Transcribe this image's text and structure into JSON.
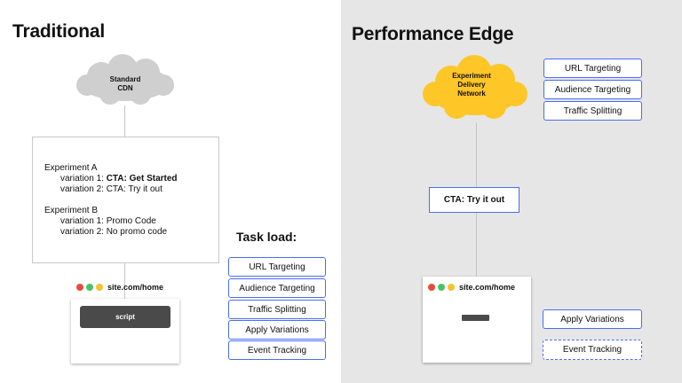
{
  "colors": {
    "accent": "#4a6cf7",
    "cloud_gray": "#cfcfcf",
    "cloud_yellow": "#fec627",
    "right_bg": "#e6e6e6",
    "dot_red": "#e84a3a",
    "dot_green": "#47c36a",
    "dot_yellow": "#f5c230"
  },
  "traditional": {
    "heading": "Traditional",
    "cloud_label": [
      "Standard",
      "CDN"
    ],
    "experiments": [
      {
        "name": "Experiment A",
        "variations": [
          {
            "prefix": "variation 1: ",
            "text": "CTA: Get Started",
            "bold": true
          },
          {
            "prefix": "variation 2: ",
            "text": "CTA: Try it out",
            "bold": false
          }
        ]
      },
      {
        "name": "Experiment B",
        "variations": [
          {
            "prefix": "variation 1: ",
            "text": "Promo Code",
            "bold": false
          },
          {
            "prefix": "variation 2: ",
            "text": "No promo code",
            "bold": false
          }
        ]
      }
    ],
    "browser_url": "site.com/home",
    "script_label": "script",
    "task_load_title": "Task load:",
    "task_items": [
      "URL Targeting",
      "Audience  Targeting",
      "Traffic Splitting",
      "Apply Variations",
      "Event Tracking"
    ]
  },
  "edge": {
    "heading": "Performance Edge",
    "cloud_label": [
      "Experiment",
      "Delivery",
      "Network"
    ],
    "cloud_items": [
      "URL Targeting",
      "Audience  Targeting",
      "Traffic Splitting"
    ],
    "cta_label": "CTA: Try it out",
    "browser_url": "site.com/home",
    "browser_items": [
      "Apply Variations",
      "Event Tracking"
    ]
  }
}
